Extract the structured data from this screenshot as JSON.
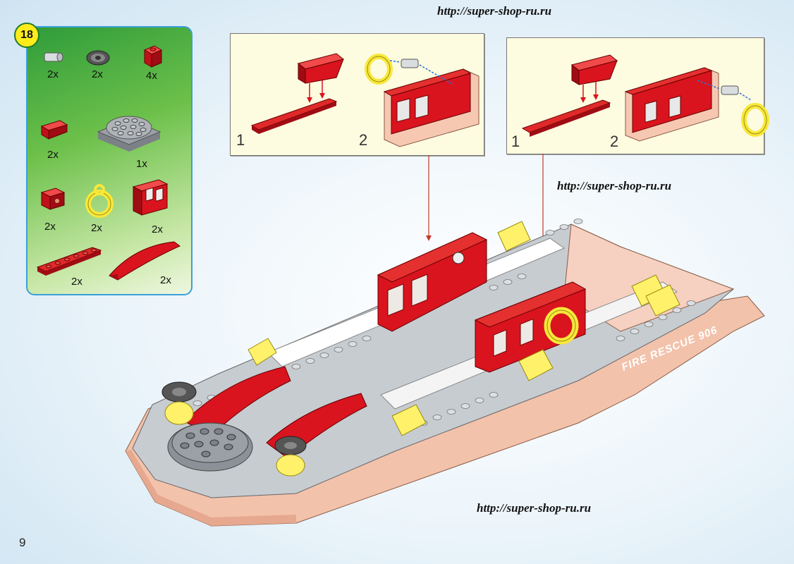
{
  "urls": {
    "top": "http://super-shop-ru.ru",
    "middle": "http://super-shop-ru.ru",
    "bottom": "http://super-shop-ru.ru"
  },
  "step_number": "18",
  "parts": [
    {
      "name": "pin connector",
      "qty": "2x"
    },
    {
      "name": "steering wheel",
      "qty": "2x"
    },
    {
      "name": "red brick 1x1",
      "qty": "4x"
    },
    {
      "name": "red slope 1x2",
      "qty": "2x"
    },
    {
      "name": "grey round plate 6x6",
      "qty": "1x"
    },
    {
      "name": "red brick with hole",
      "qty": "2x"
    },
    {
      "name": "yellow life ring",
      "qty": "2x"
    },
    {
      "name": "red window wall panel",
      "qty": "2x"
    },
    {
      "name": "red plate 1x6",
      "qty": "2x"
    },
    {
      "name": "red curved slope",
      "qty": "2x"
    }
  ],
  "callouts": {
    "left": {
      "sub1": "1",
      "sub2": "2"
    },
    "right": {
      "sub1": "1",
      "sub2": "2"
    }
  },
  "boat": {
    "hull_text": "FIRE RESCUE 906"
  },
  "page_number": "9",
  "colors": {
    "red": "#d9141e",
    "yellow": "#fff26a",
    "grey": "#bcc1c6",
    "salmon": "#f6c8b2",
    "panel_green": "#4bb043",
    "callout_bg": "#fdfbe0"
  }
}
